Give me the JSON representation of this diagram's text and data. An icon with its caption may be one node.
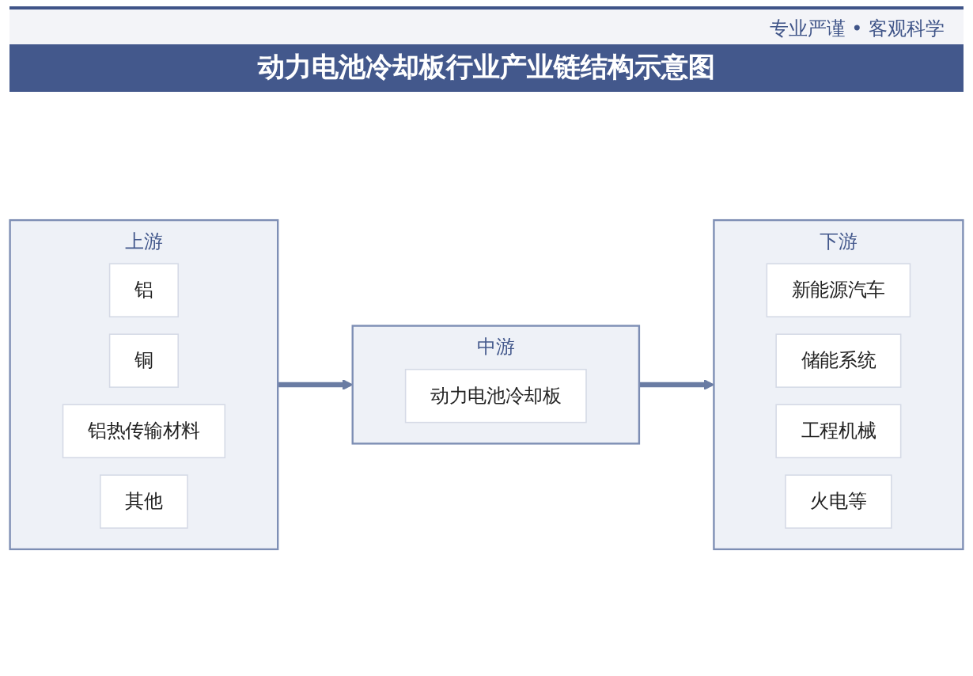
{
  "diagram": {
    "title": "动力电池冷却板行业产业链结构示意图",
    "nodes": [
      {
        "text": [
          "上游"
        ]
      },
      {
        "text": [
          "铝"
        ],
        "in": 0
      },
      {
        "text": [
          "铜"
        ],
        "in": 0
      },
      {
        "text": [
          "铝热传输材料"
        ],
        "in": 0
      },
      {
        "text": [
          "其他"
        ],
        "in": 0
      },
      {
        "text": [
          "中游"
        ]
      },
      {
        "text": [
          "动力电池冷却板"
        ],
        "in": 5
      },
      {
        "text": [
          "下游"
        ]
      },
      {
        "text": [
          "新能源汽车"
        ],
        "in": 7
      },
      {
        "text": [
          "储能系统"
        ],
        "in": 7
      },
      {
        "text": [
          "工程机械"
        ],
        "in": 7
      },
      {
        "text": [
          "火电等"
        ],
        "in": 7
      }
    ],
    "edges": [
      {
        "from": 0,
        "to": 5,
        "arrow": "to"
      },
      {
        "from": 5,
        "to": 7,
        "arrow": "to"
      }
    ],
    "labels": [
      "专业严谨 • 客观科学"
    ]
  }
}
